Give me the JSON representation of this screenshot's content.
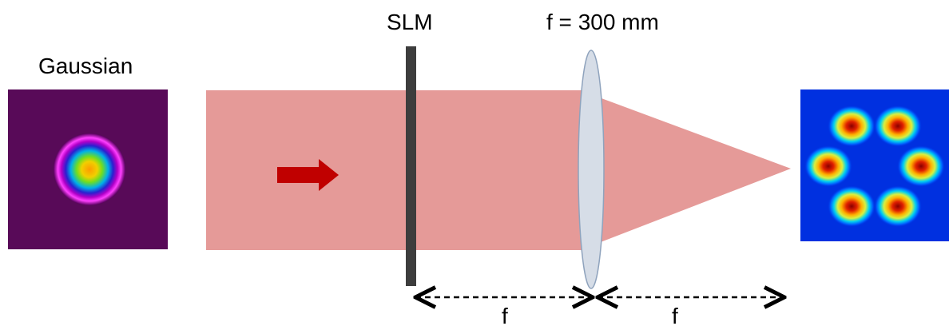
{
  "labels": {
    "input_beam": "Gaussian",
    "modulator": "SLM",
    "lens": "f = 300 mm",
    "distance_1": "f",
    "distance_2": "f"
  },
  "colors": {
    "beam": "#e59a98",
    "arrow": "#c00000",
    "slm": "#3d3d3d",
    "lens_fill": "#d6dde7",
    "lens_stroke": "#8fa3bd",
    "dash": "#000000"
  },
  "output_pattern": {
    "lobe_count": 6
  }
}
